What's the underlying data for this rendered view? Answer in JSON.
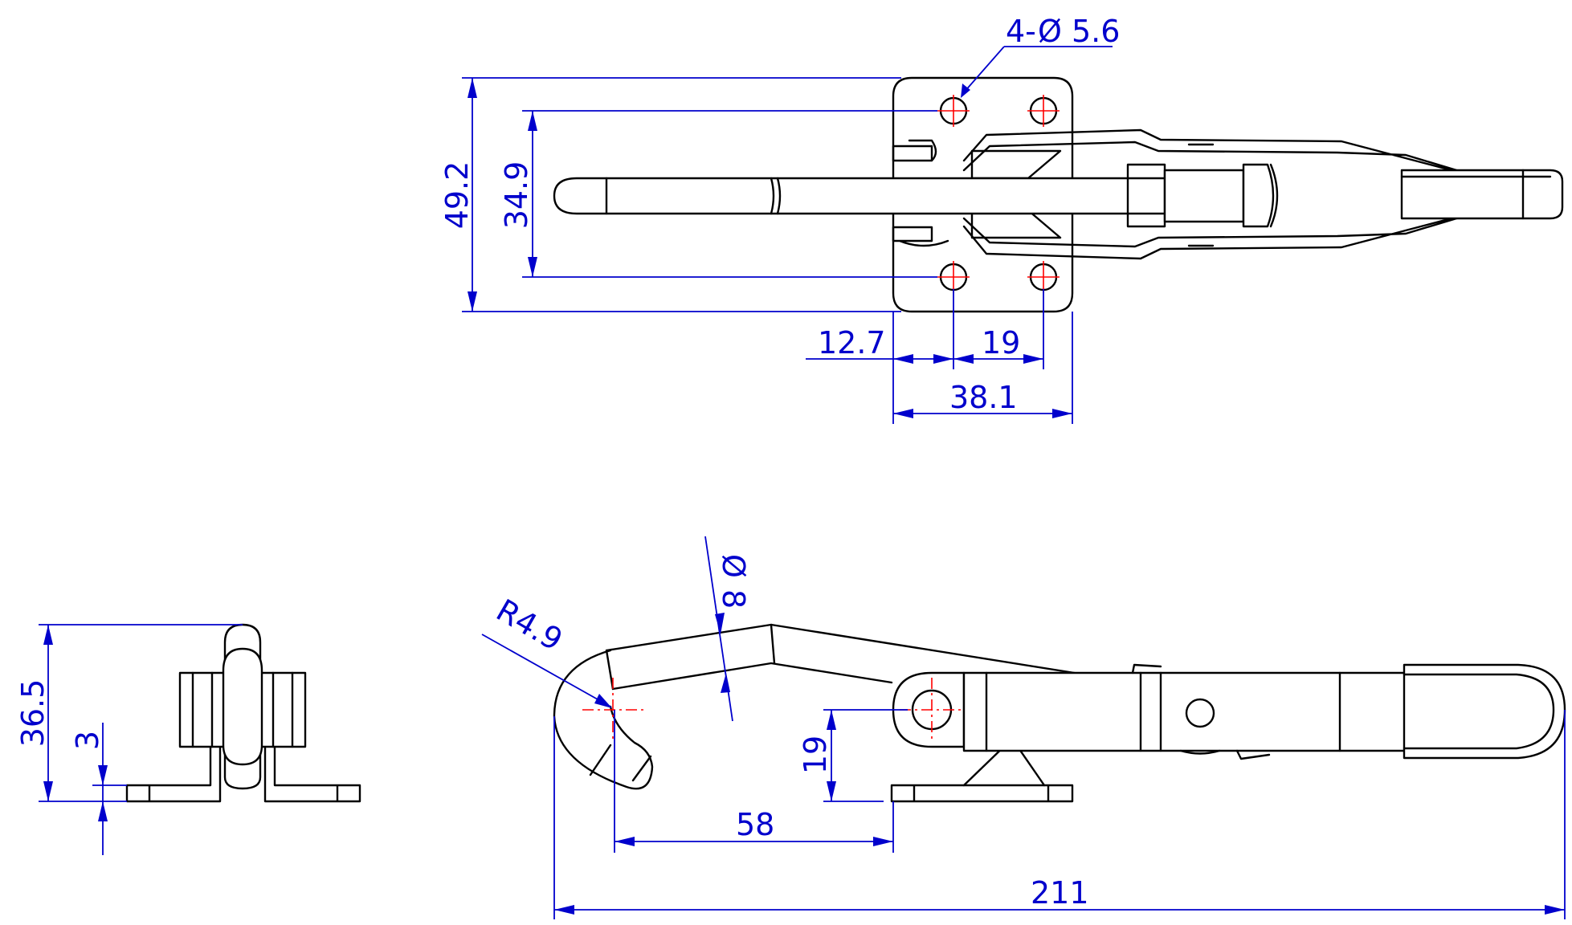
{
  "top_view": {
    "hole_callout": "4-",
    "hole_diameter_symbol": "Ø",
    "hole_diameter": "5.6",
    "overall_height": "49.2",
    "hole_spacing_vertical": "34.9",
    "edge_to_hole": "12.7",
    "hole_spacing_horizontal": "19",
    "base_width": "38.1"
  },
  "side_view": {
    "hook_radius": "R4.9",
    "rod_diameter": "8",
    "rod_diameter_symbol": "Ø",
    "pivot_height": "19",
    "hook_reach": "58",
    "overall_length": "211"
  },
  "end_view": {
    "overall_height": "36.5",
    "base_thickness": "3"
  },
  "colors": {
    "outline": "#000000",
    "dimension": "#0000cc",
    "centerline": "#ff0000"
  }
}
